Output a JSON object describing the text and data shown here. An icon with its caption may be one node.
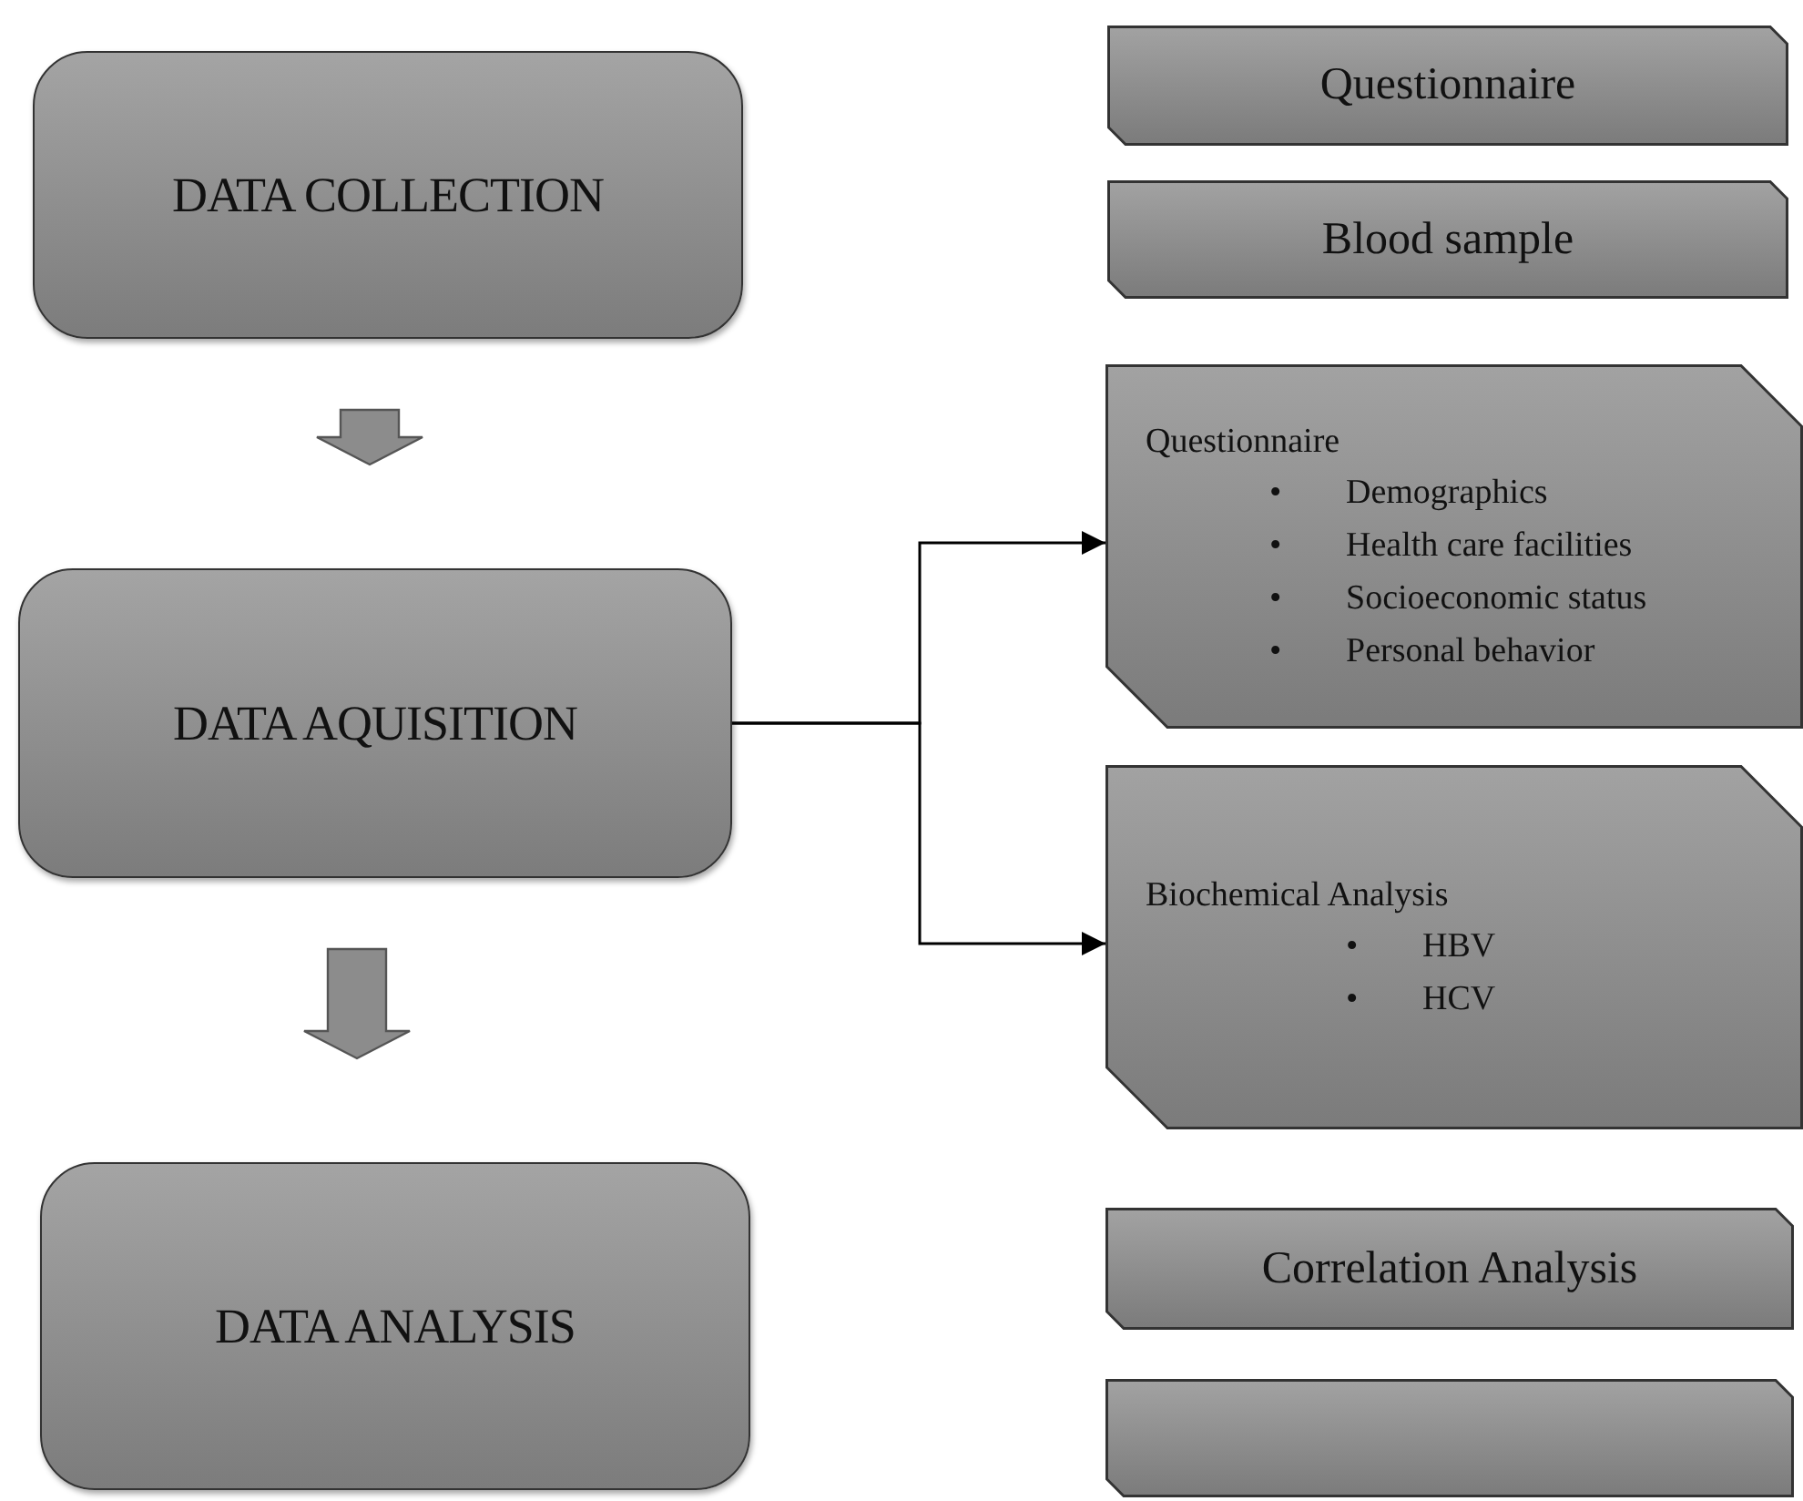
{
  "diagram": {
    "nodes": [
      {
        "text": [
          "DATA COLLECTION"
        ]
      },
      {
        "text": [
          "DATA AQUISITION"
        ]
      },
      {
        "text": [
          "DATA ANALYSIS"
        ]
      },
      {
        "text": [
          "Questionnaire"
        ]
      },
      {
        "text": [
          "Blood sample"
        ]
      },
      {
        "text": [
          "Questionnaire",
          "•",
          "Demographics",
          "•",
          "Health care facilities",
          "•",
          "Socioeconomic status",
          "•",
          "Personal behavior"
        ]
      },
      {
        "text": [
          "Biochemical Analysis",
          "•",
          "HBV",
          "•",
          "HCV"
        ]
      },
      {
        "text": [
          "Correlation Analysis"
        ]
      },
      {
        "text": [],
        "shape": "box"
      }
    ],
    "edges": [
      {
        "from": 0,
        "to": 1,
        "arrow": "to",
        "style": "thick",
        "color": "#8c8c8c"
      },
      {
        "from": 1,
        "to": 2,
        "arrow": "to",
        "style": "thick",
        "color": "#8c8c8c"
      },
      {
        "from": 1,
        "to": 5,
        "arrow": "to"
      },
      {
        "from": 1,
        "to": 6,
        "arrow": "to"
      }
    ]
  }
}
